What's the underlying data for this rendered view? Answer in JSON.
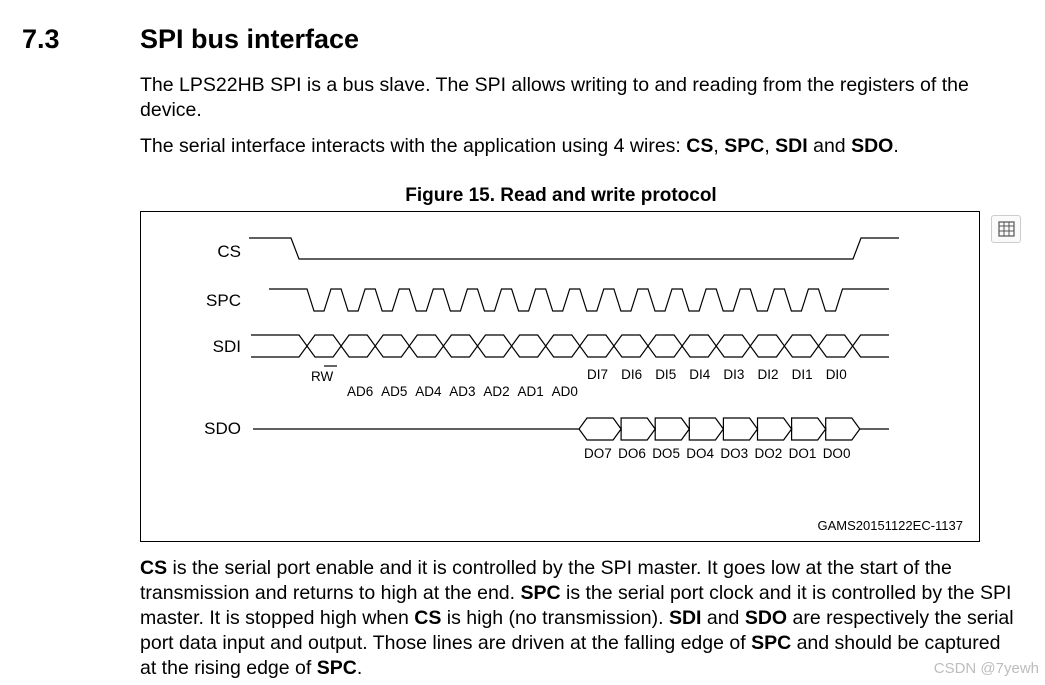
{
  "section": {
    "number": "7.3",
    "title": "SPI bus interface"
  },
  "intro": {
    "p1": "The LPS22HB SPI is a bus slave. The SPI allows writing to and reading from the registers of the device.",
    "p2_prefix": "The serial interface interacts with the application using 4 wires: ",
    "p2_w1": "CS",
    "p2_sep1": ", ",
    "p2_w2": "SPC",
    "p2_sep2": ", ",
    "p2_w3": "SDI",
    "p2_sep3": " and ",
    "p2_w4": "SDO",
    "p2_end": "."
  },
  "figure": {
    "caption": "Figure 15. Read and write protocol",
    "id_label": "GAMS20151122EC-1137",
    "signals": {
      "cs": "CS",
      "spc": "SPC",
      "sdi": "SDI",
      "sdo": "SDO"
    },
    "rw_label": "RW",
    "address_labels": [
      "AD6",
      "AD5",
      "AD4",
      "AD3",
      "AD2",
      "AD1",
      "AD0"
    ],
    "data_in_labels": [
      "DI7",
      "DI6",
      "DI5",
      "DI4",
      "DI3",
      "DI2",
      "DI1",
      "DI0"
    ],
    "data_out_labels": [
      "DO7",
      "DO6",
      "DO5",
      "DO4",
      "DO3",
      "DO2",
      "DO1",
      "DO0"
    ]
  },
  "description": {
    "s1": "CS",
    "t1": " is the serial port enable and it is controlled by the SPI master. It goes low at the start of the transmission and returns to high at the end. ",
    "s2": "SPC",
    "t2": " is the serial port clock and it is controlled by the SPI master. It is stopped high when ",
    "s3": "CS",
    "t3": " is high (no transmission). ",
    "s4": "SDI",
    "t4": " and ",
    "s5": "SDO",
    "t5": " are respectively the serial port data input and output. Those lines are driven at the falling edge of ",
    "s6": "SPC",
    "t6": " and should be captured at the rising edge of ",
    "s7": "SPC",
    "t7": "."
  },
  "side_icon": "table-icon",
  "watermark": "CSDN @7yewh"
}
